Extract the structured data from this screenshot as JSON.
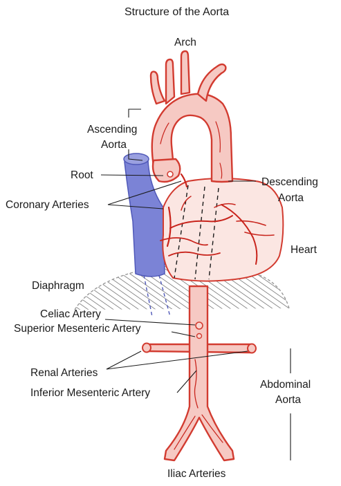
{
  "title": "Structure of the Aorta",
  "labels": {
    "arch": "Arch",
    "ascending_line1": "Ascending",
    "ascending_line2": "Aorta",
    "root": "Root",
    "coronary": "Coronary Arteries",
    "descending_line1": "Descending",
    "descending_line2": "Aorta",
    "heart": "Heart",
    "diaphragm": "Diaphragm",
    "celiac": "Celiac Artery",
    "sma": "Superior Mesenteric Artery",
    "renal": "Renal Arteries",
    "ima": "Inferior Mesenteric Artery",
    "abdominal_line1": "Abdominal",
    "abdominal_line2": "Aorta",
    "iliac": "Iliac Arteries"
  },
  "colors": {
    "artery_stroke": "#d23b30",
    "artery_fill": "#f6c9c3",
    "vein_fill": "#7b83d6",
    "heart_fill": "#fbe6e2"
  }
}
